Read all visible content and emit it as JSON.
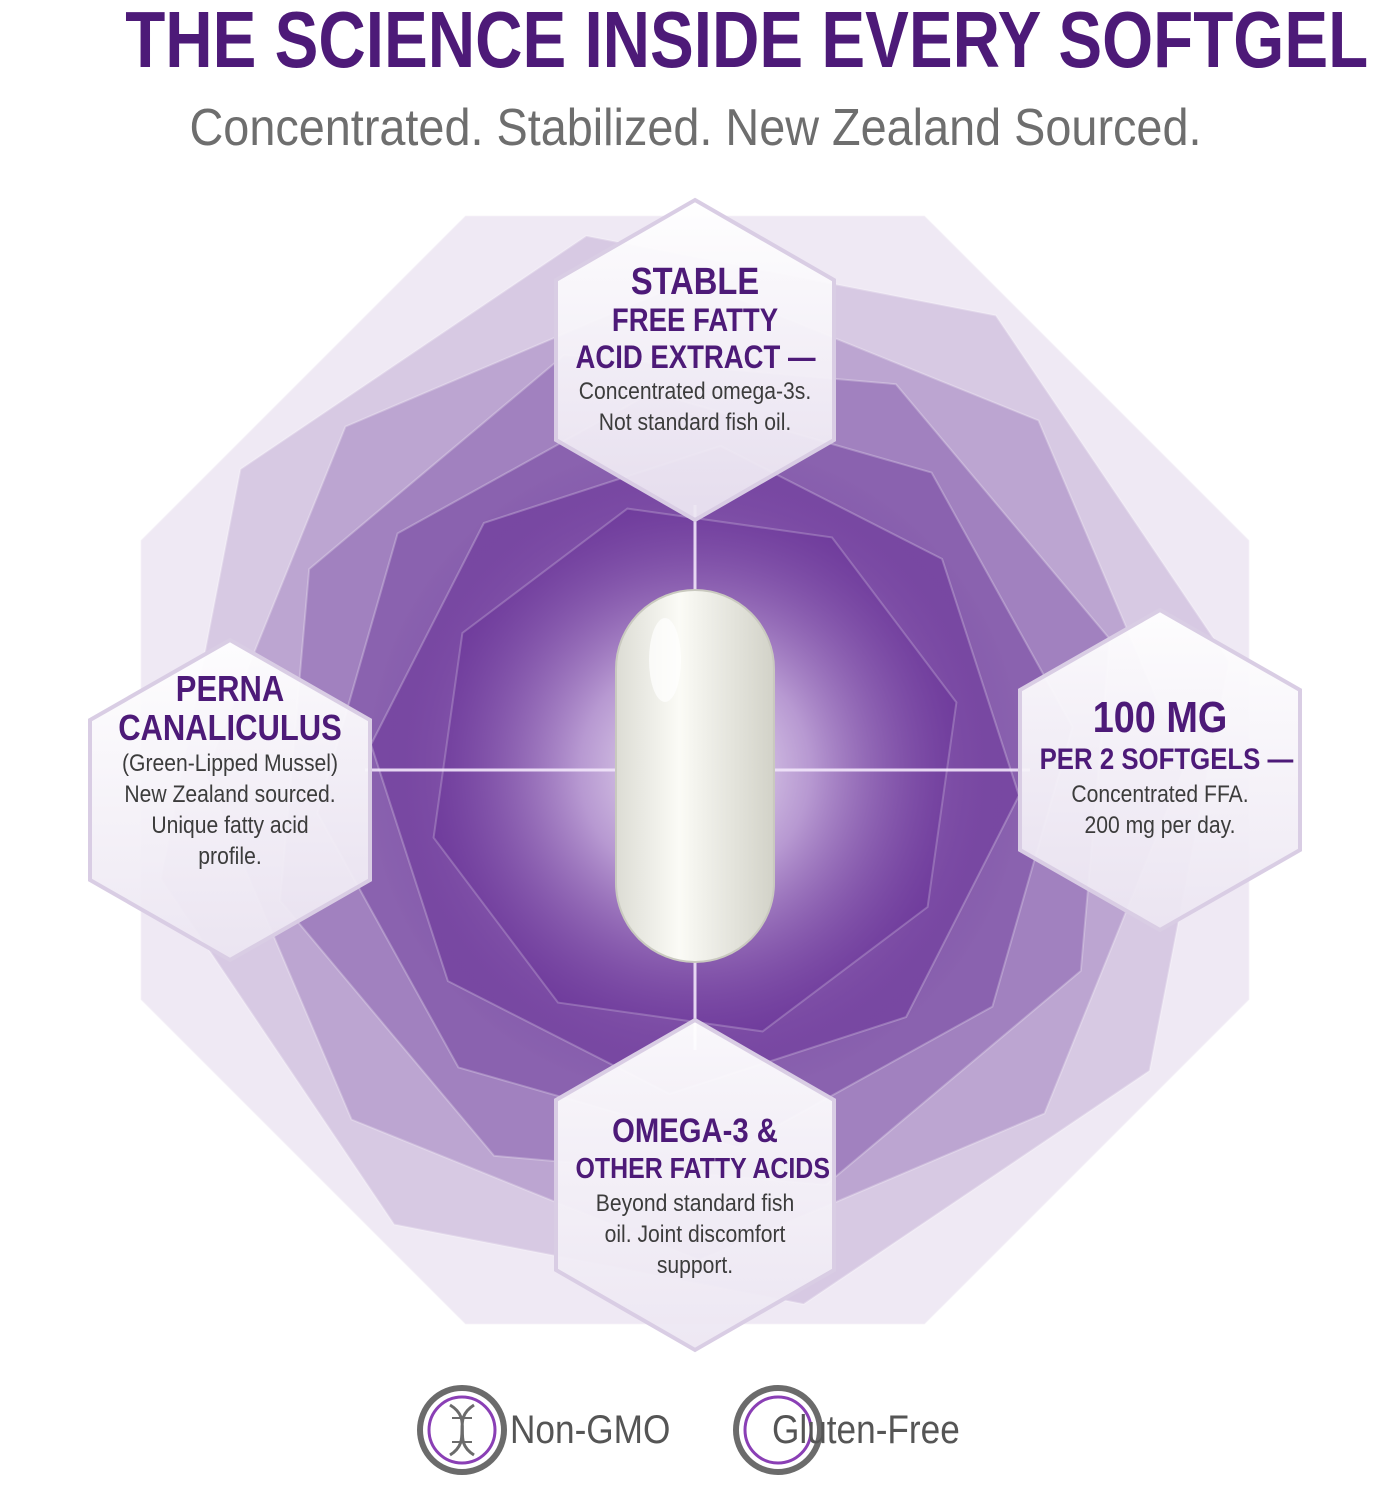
{
  "header": {
    "title": "THE SCIENCE INSIDE EVERY SOFTGEL",
    "subtitle": "Concentrated. Stabilized. New Zealand Sourced."
  },
  "features": {
    "top": {
      "title_lines": [
        "STABLE",
        "FREE FATTY",
        "ACID EXTRACT —"
      ],
      "body_lines": [
        "Concentrated omega-3s.",
        "Not standard fish oil."
      ]
    },
    "left": {
      "title_lines": [
        "PERNA",
        "CANALICULUS"
      ],
      "body_lines": [
        "(Green-Lipped Mussel)",
        "New Zealand sourced.",
        "Unique fatty acid",
        "profile."
      ]
    },
    "right": {
      "title_lines": [
        "100 MG",
        "PER 2 SOFTGELS —"
      ],
      "body_lines": [
        "Concentrated FFA.",
        "200 mg per day."
      ]
    },
    "bottom": {
      "title_lines": [
        "OMEGA-3 &",
        "OTHER FATTY ACIDS"
      ],
      "body_lines": [
        "Beyond standard fish",
        "oil. Joint discomfort",
        "support."
      ]
    }
  },
  "badges": {
    "non_gmo": {
      "label": "Non-GMO",
      "icon": "dna-icon"
    },
    "gluten_free": {
      "label": "Gluten-Free",
      "icon": "gluten-free-icon"
    }
  },
  "colors": {
    "brand_purple": "#4d1a78",
    "subtitle_gray": "#6e6e6e",
    "hex_fill": "#f4f1f7"
  }
}
